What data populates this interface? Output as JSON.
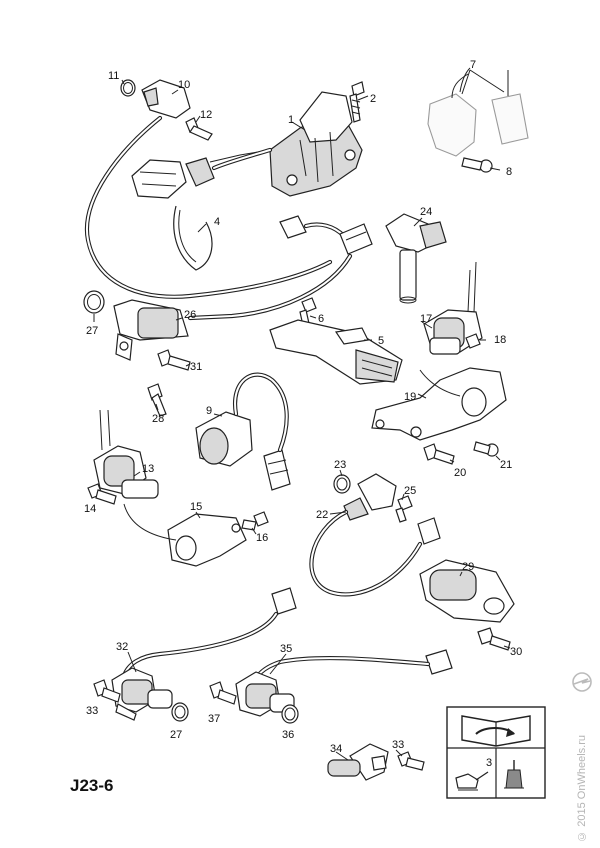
{
  "diagram": {
    "code": "J23-6",
    "watermark": "© 2015 OnWheels.ru",
    "callouts": [
      "1",
      "2",
      "3",
      "4",
      "5",
      "6",
      "7",
      "8",
      "9",
      "10",
      "11",
      "12",
      "13",
      "14",
      "15",
      "16",
      "17",
      "18",
      "19",
      "20",
      "21",
      "22",
      "23",
      "24",
      "25",
      "26",
      "27",
      "28",
      "29",
      "30",
      "31",
      "32",
      "33",
      "34",
      "35",
      "36",
      "37"
    ],
    "callouts_repeated": {
      "27": "27",
      "33": "33"
    }
  }
}
